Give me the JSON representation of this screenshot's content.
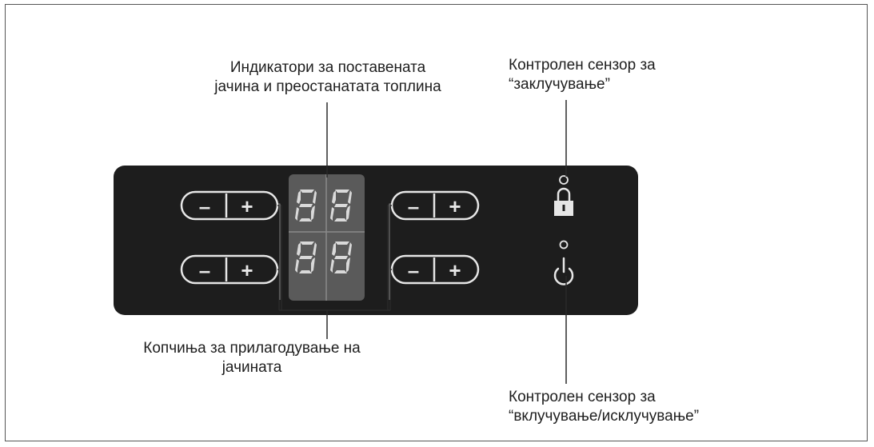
{
  "callouts": {
    "indicators_line1": "Индикатори за поставената",
    "indicators_line2": "јачина и преостанатата топлина",
    "lock_line1": "Контролен сензор за",
    "lock_line2": "“заклучување”",
    "adjust_line1": "Копчиња за прилагодување на",
    "adjust_line2": "јачината",
    "power_line1": "Контролен сензор за",
    "power_line2": "“вклучување/исклучување”"
  },
  "buttons": {
    "minus": "–",
    "plus": "+"
  },
  "display": {
    "digits": [
      "88",
      "88"
    ]
  },
  "colors": {
    "panel": "#1d1d1d",
    "display_bg": "#5a5a5a",
    "segment": "#d9d9d9",
    "leader": "#2a2a2a"
  }
}
